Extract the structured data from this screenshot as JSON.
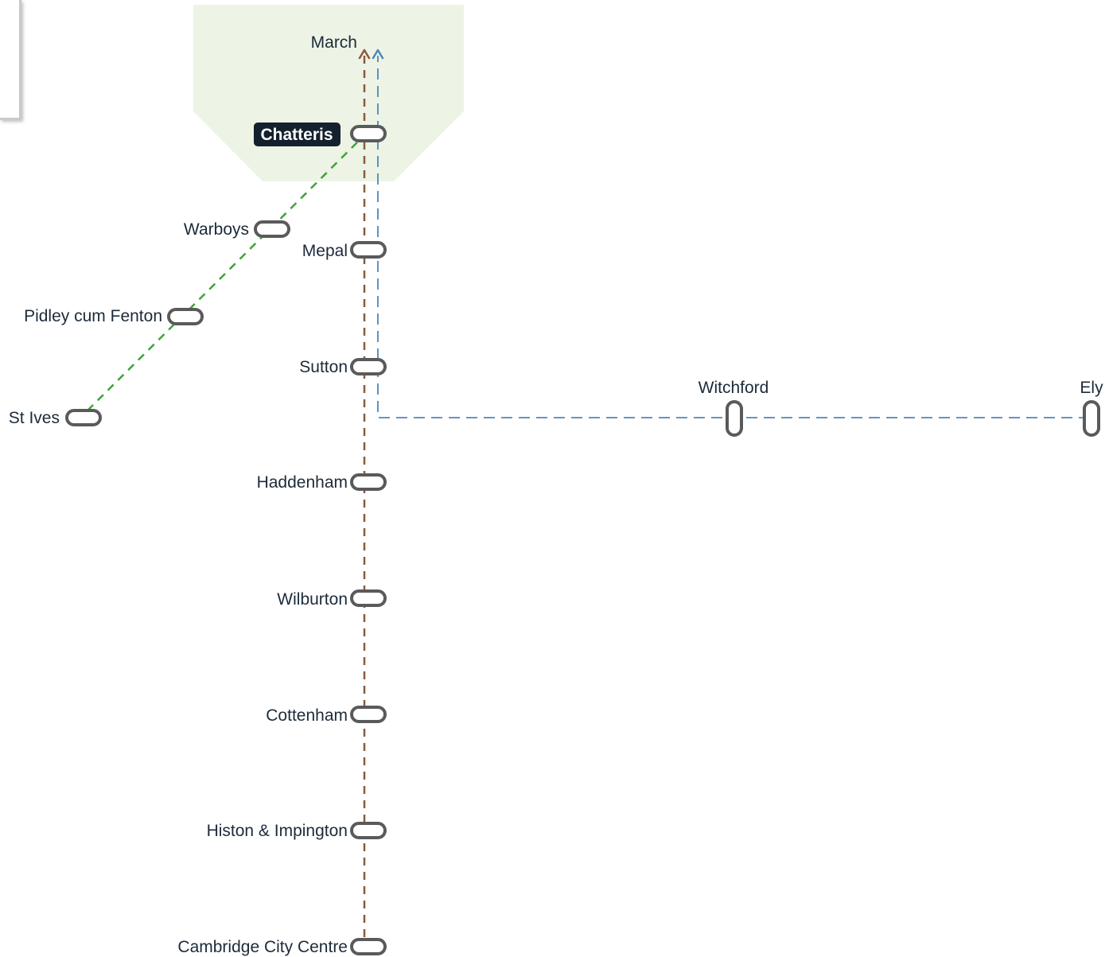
{
  "map": {
    "zone_color": "#edf4e5",
    "lines": {
      "march_cambridge": {
        "color": "#8a5a3c"
      },
      "ely_march": {
        "color": "#4f87b8"
      },
      "st_ives_chatteris": {
        "color": "#3fa33a"
      }
    },
    "destinations": {
      "march": "March"
    },
    "stations": {
      "chatteris": "Chatteris",
      "warboys": "Warboys",
      "mepal": "Mepal",
      "pidley": "Pidley cum Fenton",
      "sutton": "Sutton",
      "st_ives": "St Ives",
      "witchford": "Witchford",
      "ely": "Ely",
      "haddenham": "Haddenham",
      "wilburton": "Wilburton",
      "cottenham": "Cottenham",
      "histon": "Histon & Impington",
      "cambridge": "Cambridge City Centre"
    }
  }
}
